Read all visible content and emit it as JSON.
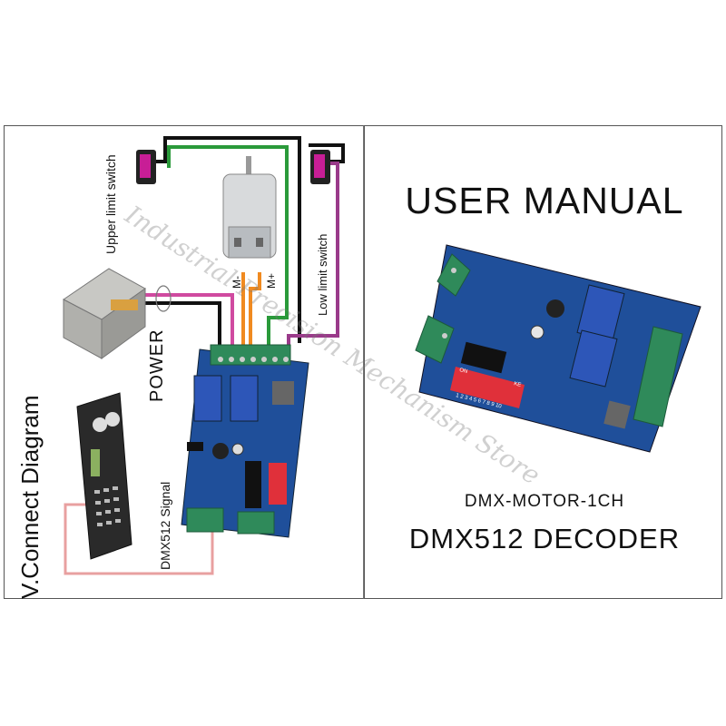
{
  "manual": {
    "title": "USER MANUAL",
    "model": "DMX-MOTOR-1CH",
    "product": "DMX512 DECODER"
  },
  "diagram": {
    "title": "V.Connect Diagram",
    "power_label": "POWER",
    "signal_label": "DMX512 Signal",
    "upper_switch_label": "Upper limit switch",
    "low_switch_label": "Low limit switch",
    "motor_minus": "M-",
    "motor_plus": "M+"
  },
  "dip_switch": {
    "on_label": "ON",
    "ke_label": "KE",
    "numbers": "1 2 3 4 5 6 7 8 9 10"
  },
  "watermark": "Industrial Precision Mechanism Store",
  "colors": {
    "pcb_blue": "#1f4f9a",
    "terminal_green": "#2f8a5a",
    "relay_blue": "#2d56b8",
    "dip_red": "#e0303a",
    "wire_black": "#111111",
    "wire_green": "#2a9a3a",
    "wire_purple": "#9a3a8a",
    "wire_orange": "#f08a20",
    "wire_pink": "#e8a0a0"
  }
}
